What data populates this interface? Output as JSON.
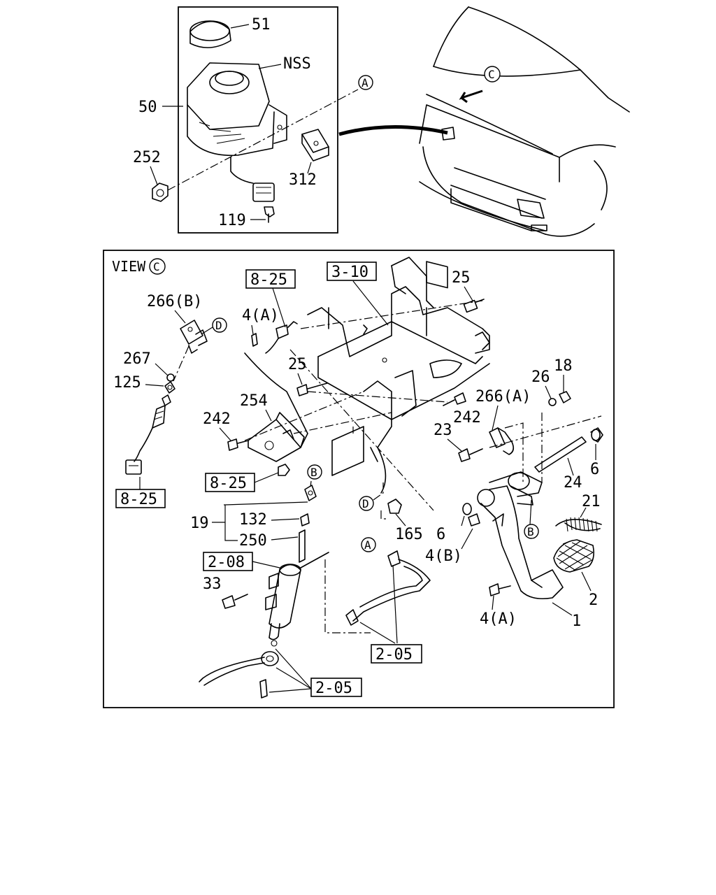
{
  "inset": {
    "labels": {
      "reservoir_cap": "51",
      "reservoir": "NSS",
      "assembly": "50",
      "nut": "252",
      "bracket_plate": "312",
      "sensor": "119"
    },
    "ref_a": "A",
    "ref_c": "C"
  },
  "view": {
    "title": "VIEW",
    "title_ref": "C",
    "boxed_refs": {
      "harness_top": "8-25",
      "bracket_assy": "3-10",
      "harness_mid": "8-25",
      "harness_left": "8-25",
      "master_cyl": "2-08",
      "pipe_right": "2-05",
      "pipe_bottom": "2-05"
    },
    "labels": {
      "p266b": "266(B)",
      "p267": "267",
      "p125": "125",
      "p4a_top": "4(A)",
      "p25_top": "25",
      "p25_mid": "25",
      "p254": "254",
      "p242_left": "242",
      "p242_right": "242",
      "p266a": "266(A)",
      "p26": "26",
      "p18": "18",
      "p23": "23",
      "p6_right": "6",
      "p24": "24",
      "p21": "21",
      "p19": "19",
      "p132": "132",
      "p250": "250",
      "p33": "33",
      "p165": "165",
      "p6_low": "6",
      "p4b": "4(B)",
      "p4a_low": "4(A)",
      "p1": "1",
      "p2": "2"
    },
    "refs": {
      "d_top": "D",
      "d_mid": "D",
      "b_top": "B",
      "b_right": "B",
      "a_low": "A"
    }
  }
}
